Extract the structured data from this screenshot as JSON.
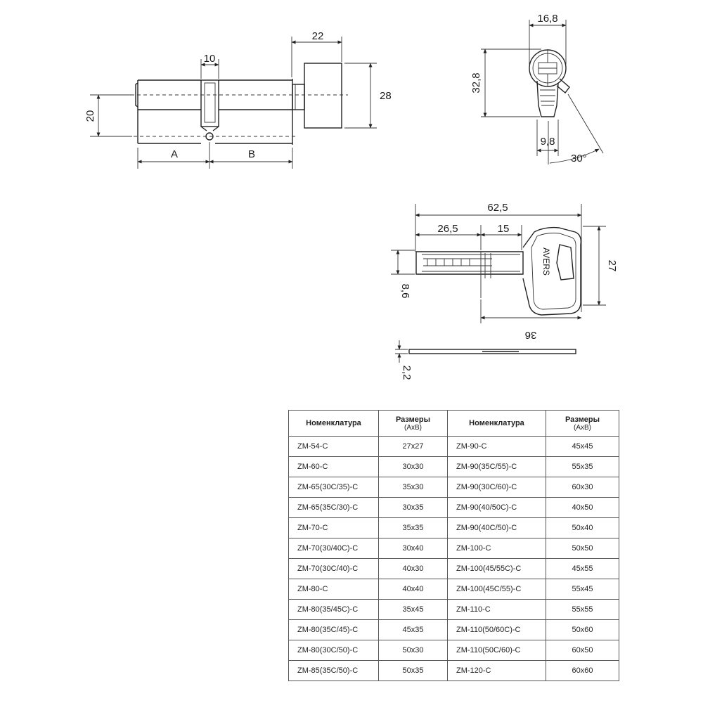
{
  "dimensions": {
    "cylinder": {
      "d10": "10",
      "d22": "22",
      "d20": "20",
      "d28": "28",
      "label_a": "A",
      "label_b": "B"
    },
    "profile": {
      "d16_8": "16,8",
      "d32_8": "32,8",
      "d9_8": "9,8",
      "angle": "30°"
    },
    "key": {
      "d62_5": "62,5",
      "d26_5": "26,5",
      "d15": "15",
      "d27": "27",
      "d8_6": "8,6",
      "d36": "36",
      "d2_2": "2,2",
      "brand": "AVERS"
    }
  },
  "table": {
    "headers": [
      {
        "main": "Номенклатура",
        "sub": ""
      },
      {
        "main": "Размеры",
        "sub": "(АхВ)"
      },
      {
        "main": "Номенклатура",
        "sub": ""
      },
      {
        "main": "Размеры",
        "sub": "(АхВ)"
      }
    ],
    "rows": [
      [
        "ZM-54-C",
        "27x27",
        "ZM-90-C",
        "45x45"
      ],
      [
        "ZM-60-C",
        "30x30",
        "ZM-90(35C/55)-C",
        "55x35"
      ],
      [
        "ZM-65(30C/35)-C",
        "35x30",
        "ZM-90(30C/60)-C",
        "60x30"
      ],
      [
        "ZM-65(35C/30)-C",
        "30x35",
        "ZM-90(40/50C)-C",
        "40x50"
      ],
      [
        "ZM-70-C",
        "35x35",
        "ZM-90(40C/50)-C",
        "50x40"
      ],
      [
        "ZM-70(30/40C)-C",
        "30x40",
        "ZM-100-C",
        "50x50"
      ],
      [
        "ZM-70(30C/40)-C",
        "40x30",
        "ZM-100(45/55C)-C",
        "45x55"
      ],
      [
        "ZM-80-C",
        "40x40",
        "ZM-100(45C/55)-C",
        "55x45"
      ],
      [
        "ZM-80(35/45C)-C",
        "35x45",
        "ZM-110-C",
        "55x55"
      ],
      [
        "ZM-80(35C/45)-C",
        "45x35",
        "ZM-110(50/60C)-C",
        "50x60"
      ],
      [
        "ZM-80(30C/50)-C",
        "50x30",
        "ZM-110(50C/60)-C",
        "60x50"
      ],
      [
        "ZM-85(35C/50)-C",
        "50x35",
        "ZM-120-C",
        "60x60"
      ]
    ]
  }
}
